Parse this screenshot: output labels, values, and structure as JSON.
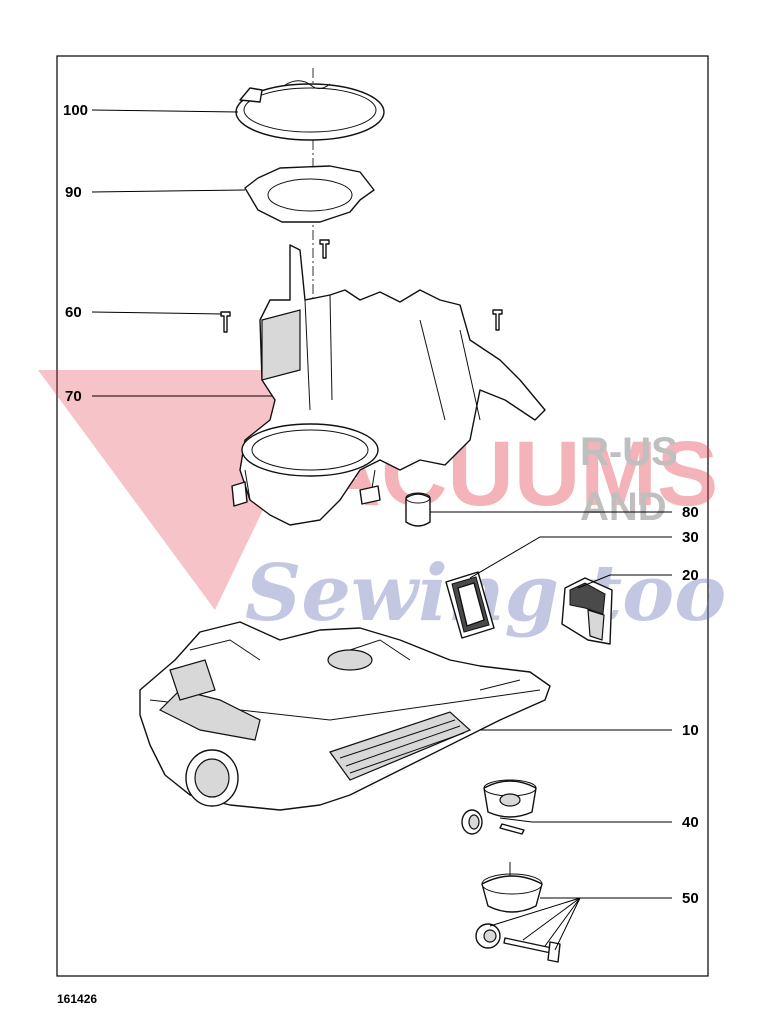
{
  "diagram": {
    "drawing_number": "161426",
    "callouts": [
      {
        "id": "100",
        "label": "100",
        "part": "ring"
      },
      {
        "id": "90",
        "label": "90",
        "part": "gasket"
      },
      {
        "id": "60",
        "label": "60",
        "part": "screws"
      },
      {
        "id": "70",
        "label": "70",
        "part": "upper-housing"
      },
      {
        "id": "80",
        "label": "80",
        "part": "clip"
      },
      {
        "id": "30",
        "label": "30",
        "part": "filter-frame"
      },
      {
        "id": "20",
        "label": "20",
        "part": "filter-holder"
      },
      {
        "id": "10",
        "label": "10",
        "part": "chassis-base"
      },
      {
        "id": "40",
        "label": "40",
        "part": "rear-wheel-assembly"
      },
      {
        "id": "50",
        "label": "50",
        "part": "swivel-castor-assembly"
      }
    ]
  },
  "watermark": {
    "line1": "VACUUMS",
    "line2a": "R-US",
    "line2b": "AND",
    "line3": "Sewing too",
    "colors": {
      "red": "#e23a48",
      "blue": "#6f78b8",
      "grey": "#8a8a8a"
    }
  }
}
